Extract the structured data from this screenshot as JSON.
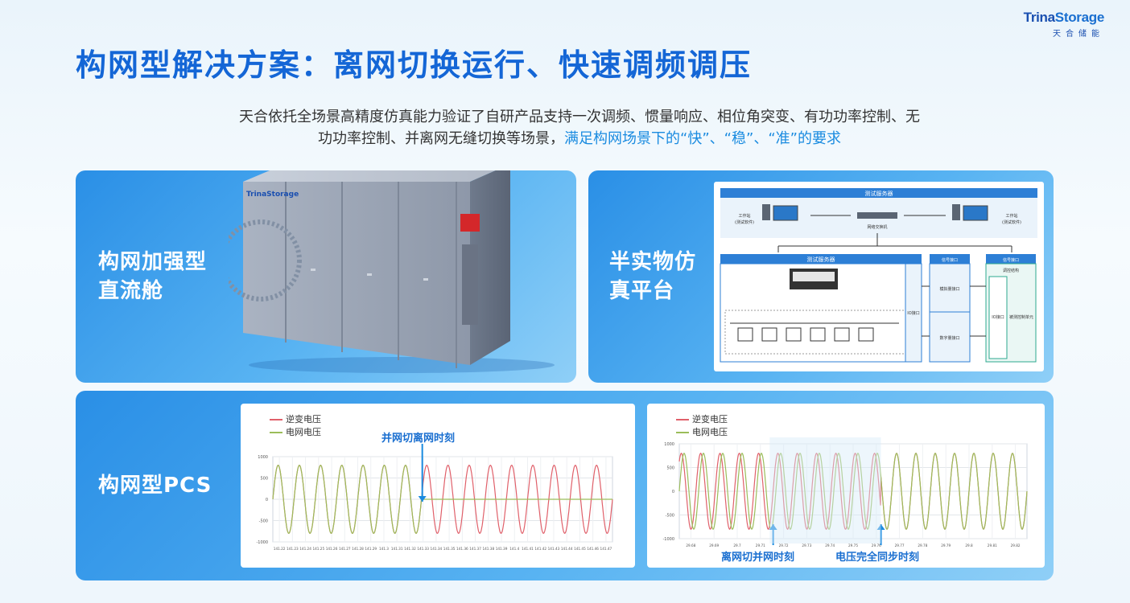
{
  "logo": {
    "brand_a": "Trina",
    "brand_b": "Storage",
    "cn": "天合储能"
  },
  "title": "构网型解决方案：离网切换运行、快速调频调压",
  "subtitle": {
    "line1": "天合依托全场景高精度仿真能力验证了自研产品支持一次调频、惯量响应、相位角突变、有功功率控制、无",
    "line2_a": "功功率控制、并离网无缝切换等场景，",
    "line2_b": "满足构网场景下的“快”、“稳”、“准”的要求"
  },
  "panels": {
    "dc_cabin": {
      "label": "构网加强型直流舱",
      "container_brand": "TrinaStorage"
    },
    "hil": {
      "label": "半实物仿真平台",
      "diagram": {
        "top_header": "测试服务器",
        "ws_left": "工作站",
        "ws_left_sub": "(测试软件)",
        "ws_right": "工作站",
        "ws_right_sub": "(测试软件)",
        "switch": "网络交换机",
        "server_header": "测试服务器",
        "io_port": "IO接口",
        "col_a_header": "信号接口",
        "col_a_1": "模拟量接口",
        "col_a_2": "数字量接口",
        "col_b_header": "信号接口",
        "col_b_sub": "调控结构",
        "col_b_io": "IO接口",
        "col_b_ctrl": "被测控制单元"
      }
    },
    "pcs": {
      "label": "构网型PCS"
    }
  },
  "charts": [
    {
      "legend": [
        "逆变电压",
        "电网电压"
      ],
      "annotation": "并网切离网时刻",
      "y_ticks": [
        "1000",
        "500",
        "0",
        "-500",
        "-1000"
      ],
      "x_ticks": [
        "141.22",
        "141.23",
        "141.24",
        "141.25",
        "141.26",
        "141.27",
        "141.28",
        "141.29",
        "141.3",
        "141.31",
        "141.32",
        "141.33",
        "141.34",
        "141.35",
        "141.36",
        "141.37",
        "141.38",
        "141.39",
        "141.4",
        "141.41",
        "141.42",
        "141.43",
        "141.44",
        "141.45",
        "141.46",
        "141.47"
      ]
    },
    {
      "legend": [
        "逆变电压",
        "电网电压"
      ],
      "annotation_left": "离网切并网时刻",
      "annotation_right": "电压完全同步时刻",
      "y_ticks": [
        "1000",
        "500",
        "0",
        "-500",
        "-1000"
      ],
      "x_ticks": [
        "29.68",
        "29.69",
        "29.7",
        "29.71",
        "29.72",
        "29.73",
        "29.74",
        "29.75",
        "29.76",
        "29.77",
        "29.78",
        "29.79",
        "29.8",
        "29.81",
        "29.82"
      ]
    }
  ],
  "chart_data": [
    {
      "type": "line",
      "ylim": [
        -1000,
        1000
      ],
      "series": [
        {
          "name": "逆变电压",
          "color": "#e0606a",
          "waveform": "sinusoid",
          "cycles": 16,
          "amplitude": 800
        },
        {
          "name": "电网电压",
          "color": "#9bbd5a",
          "waveform": "sinusoid then 0 after switch",
          "cycles": 16,
          "amplitude": 800
        }
      ]
    },
    {
      "type": "line",
      "ylim": [
        -1000,
        1000
      ],
      "series": [
        {
          "name": "逆变电压",
          "color": "#e0606a",
          "waveform": "sinusoid, phase-shifted then synchronised",
          "cycles": 18,
          "amplitude": 800
        },
        {
          "name": "电网电压",
          "color": "#9bbd5a",
          "waveform": "sinusoid",
          "cycles": 18,
          "amplitude": 800
        }
      ]
    }
  ],
  "colors": {
    "accent": "#1466d6",
    "highlight": "#1a8be0",
    "panel": "#3a9aea"
  }
}
